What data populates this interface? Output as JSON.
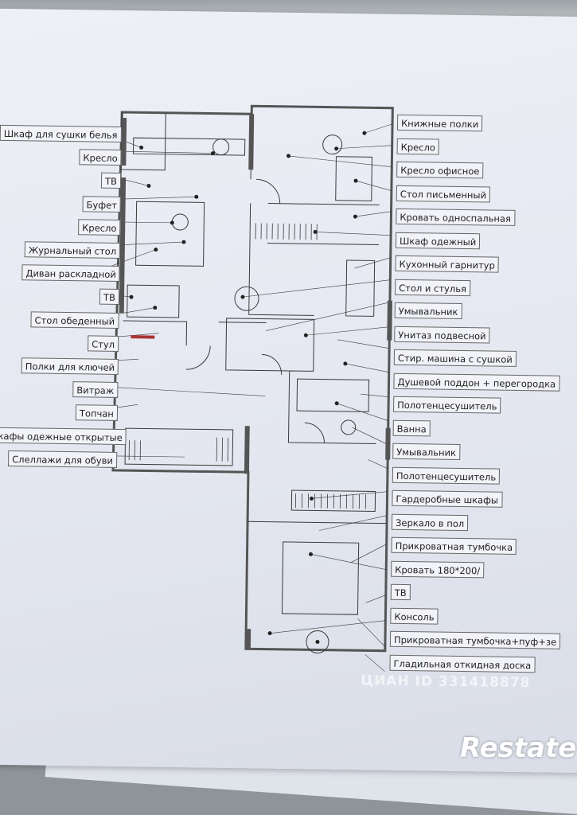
{
  "labels_left": [
    "Шкаф для сушки белья",
    "Кресло",
    "ТВ",
    "Буфет",
    "Кресло",
    "Журнальный стол",
    "Диван раскладной",
    "ТВ",
    "Стол обеденный",
    "Стул",
    "Полки для ключей",
    "Витраж",
    "Топчан",
    "кафы одежные открытые",
    "Слеллажи для обуви"
  ],
  "labels_right": [
    "Книжные полки",
    "Кресло",
    "Кресло офисное",
    "Стол письменный",
    "Кровать односпальная",
    "Шкаф одежный",
    "Кухонный гарнитур",
    "Стол и стулья",
    "Умывальник",
    "Унитаз подвесной",
    "Стир. машина с сушкой",
    "Душевой поддон + перегородка",
    "Полотенцесушитель",
    "Ванна",
    "Умывальник",
    "Полотенцесушитель",
    "Гардеробные шкафы",
    "Зеркало в пол",
    "Прикроватная тумбочка",
    "Кровать 180*200/",
    "ТВ",
    "Консоль",
    "Прикроватная тумбочка+пуф+зе",
    "Гладильная откидная доска"
  ],
  "watermark": "ЦИАН ID 331418878",
  "logo": "Restate",
  "colors": {
    "paper": "#e8ebf3",
    "line": "#3a3a3a",
    "wall": "#555555"
  }
}
